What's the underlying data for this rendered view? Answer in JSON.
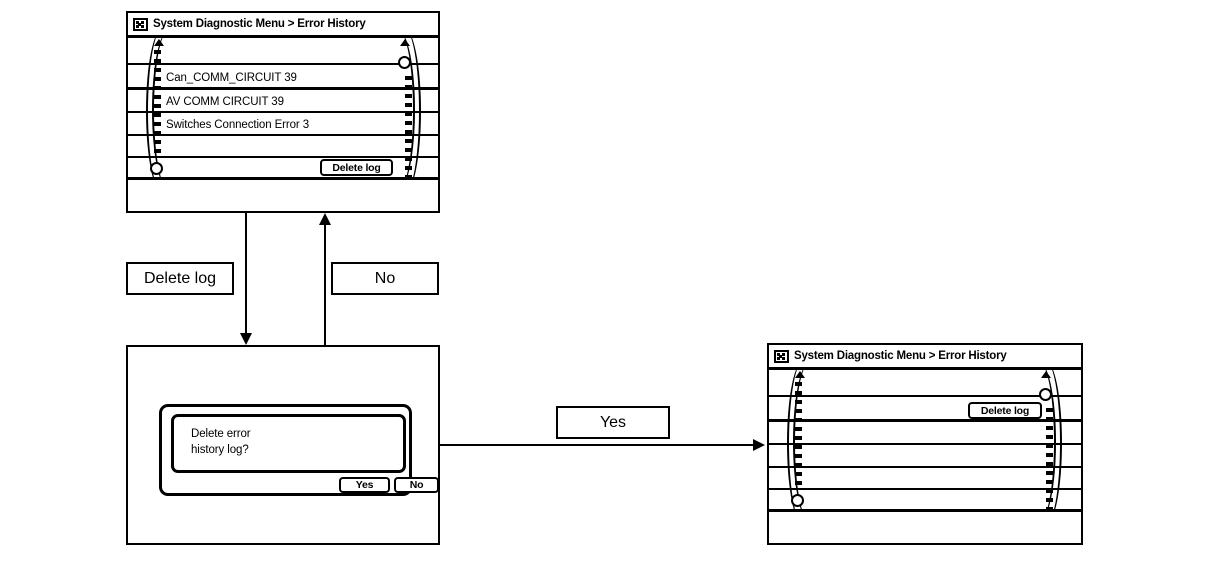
{
  "diagram": {
    "type": "ui-flow-diagram",
    "background": "#ffffff",
    "line_color": "#000000"
  },
  "screen_before": {
    "title": "System Diagnostic Menu > Error History",
    "title_icon": "display-icon",
    "list_items": [
      {
        "label": "Can_COMM_CIRCUIT 39"
      },
      {
        "label": "AV COMM CIRCUIT 39"
      },
      {
        "label": "Switches Connection Error 3"
      },
      {
        "label": ""
      },
      {
        "label": ""
      },
      {
        "label": ""
      }
    ],
    "delete_button": "Delete log"
  },
  "dialog_step": {
    "message_line1": "Delete error",
    "message_line2": "history log?",
    "yes_button": "Yes",
    "no_button": "No"
  },
  "screen_after": {
    "title": "System Diagnostic Menu > Error History",
    "title_icon": "display-icon",
    "list_items": [
      {
        "label": ""
      },
      {
        "label": ""
      },
      {
        "label": ""
      },
      {
        "label": ""
      },
      {
        "label": ""
      },
      {
        "label": ""
      }
    ],
    "delete_button": "Delete log"
  },
  "flow": {
    "delete_log_label": "Delete log",
    "no_label": "No",
    "yes_label": "Yes"
  }
}
